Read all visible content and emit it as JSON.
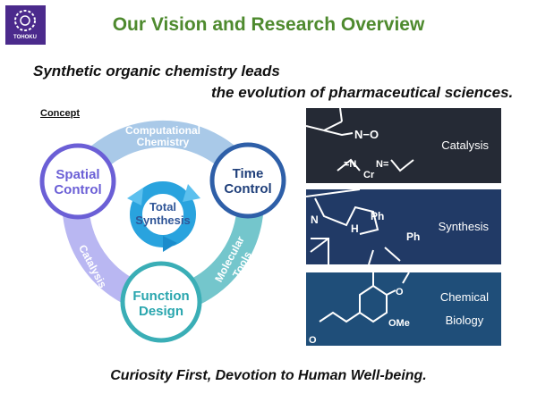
{
  "logo": {
    "text": "TOHOKU"
  },
  "title": "Our Vision and Research Overview",
  "subtitle": {
    "line1": "Synthetic organic chemistry leads",
    "line2": "the evolution of pharmaceutical sciences."
  },
  "concept_label": "Concept",
  "diagram": {
    "nodes": {
      "spatial": [
        "Spatial",
        "Control"
      ],
      "time": [
        "Time",
        "Control"
      ],
      "function": [
        "Function",
        "Design"
      ],
      "center": [
        "Total",
        "Synthesis"
      ]
    },
    "arcs": {
      "top": [
        "Computational",
        "Chemistry"
      ],
      "left": "Catalysis",
      "right": [
        "Molecular",
        "Tools"
      ]
    },
    "colors": {
      "spatial": "#6b5fd6",
      "time": "#2e5fa8",
      "function": "#3aaeb6",
      "arc_top": "#a9c9e8",
      "arc_left": "#b9b7f2",
      "arc_right": "#74c6cc",
      "center": "#29a3de"
    }
  },
  "panels": [
    {
      "label": [
        "Catalysis"
      ],
      "color": "#252a35",
      "chem": [
        "N−O",
        "=N",
        "N=",
        "Cr"
      ]
    },
    {
      "label": [
        "Synthesis"
      ],
      "color": "#213a66",
      "chem": [
        "N",
        "H",
        "Ph",
        "Ph"
      ]
    },
    {
      "label": [
        "Chemical",
        "Biology"
      ],
      "color": "#1f4e79",
      "chem": [
        "O",
        "OMe",
        "O"
      ]
    }
  ],
  "footer": "Curiosity First, Devotion to Human Well-being."
}
